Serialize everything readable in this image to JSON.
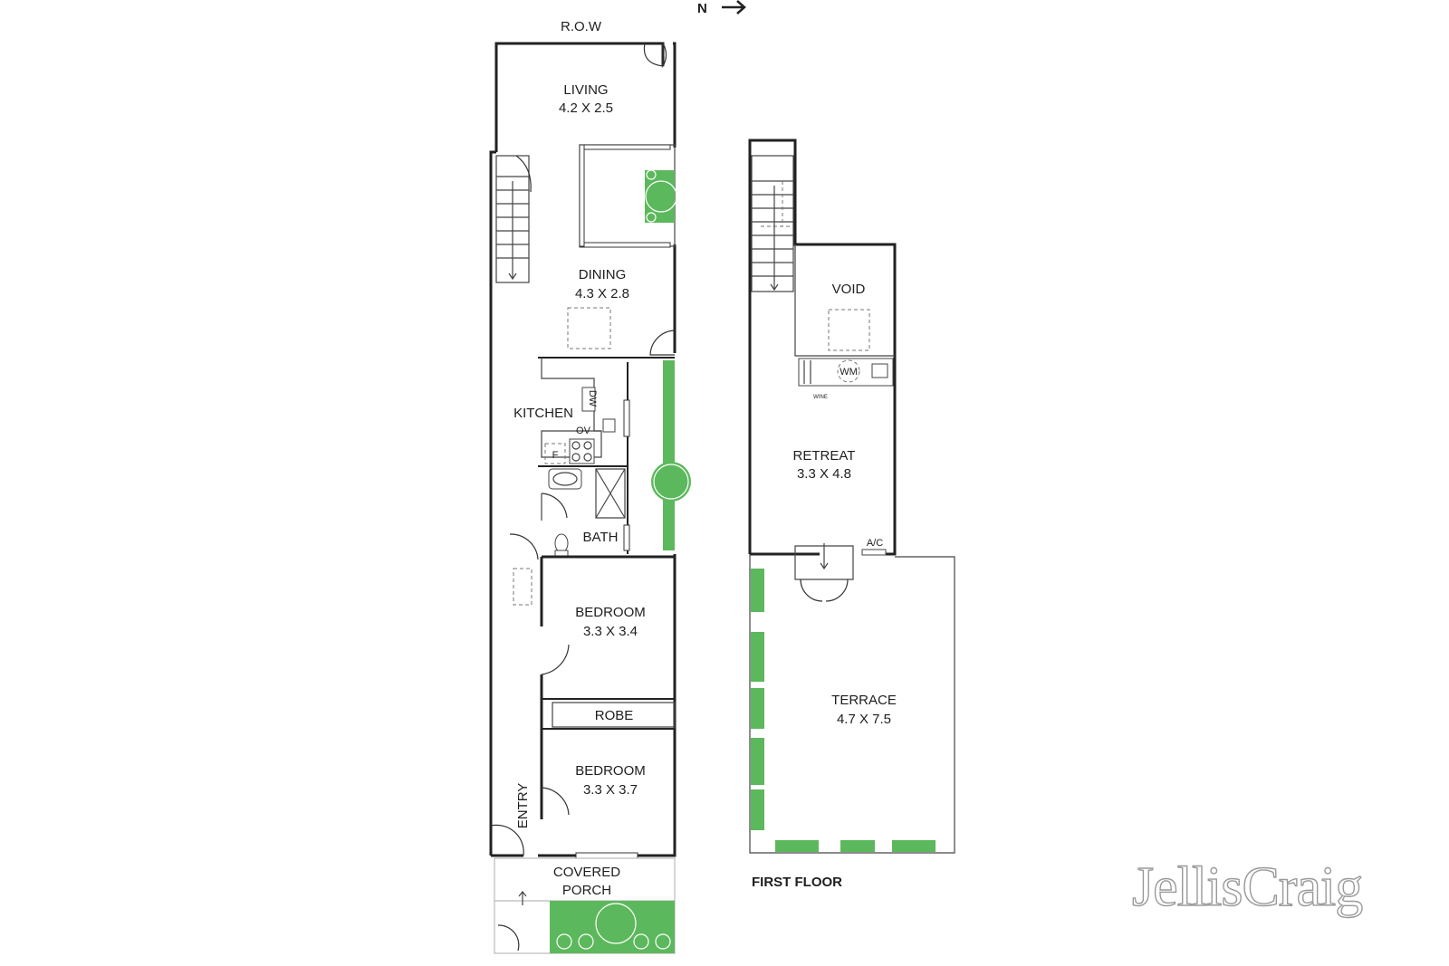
{
  "north": {
    "label": "N"
  },
  "ground_floor": {
    "row_label": "R.O.W",
    "living": {
      "name": "LIVING",
      "size": "4.2 X 2.5"
    },
    "dining": {
      "name": "DINING",
      "size": "4.3 X 2.8"
    },
    "kitchen": {
      "name": "KITCHEN",
      "dw": "DW",
      "ov": "OV",
      "f": "F"
    },
    "bath": {
      "name": "BATH"
    },
    "bedroom1": {
      "name": "BEDROOM",
      "size": "3.3 X 3.4"
    },
    "robe": {
      "name": "ROBE"
    },
    "bedroom2": {
      "name": "BEDROOM",
      "size": "3.3 X 3.7"
    },
    "entry": {
      "name": "ENTRY"
    },
    "porch": {
      "line1": "COVERED",
      "line2": "PORCH"
    }
  },
  "first_floor": {
    "label": "FIRST FLOOR",
    "void": {
      "name": "VOID"
    },
    "wm": "WM",
    "wine": "WINE",
    "retreat": {
      "name": "RETREAT",
      "size": "3.3 X 4.8"
    },
    "ac": "A/C",
    "terrace": {
      "name": "TERRACE",
      "size": "4.7 X 7.5"
    }
  },
  "brand": {
    "name": "JellisCraig"
  },
  "colors": {
    "planting": "#5cb85c",
    "walls": "#222222",
    "brand": "#9a9a9a"
  }
}
